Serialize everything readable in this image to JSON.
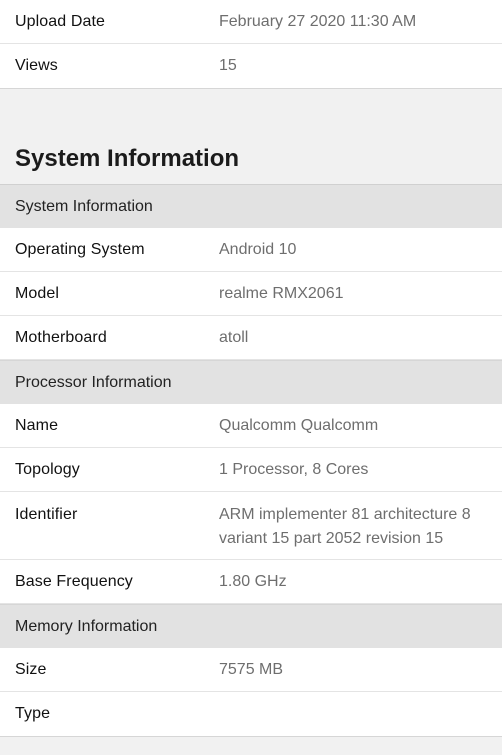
{
  "upload_info": {
    "rows": [
      {
        "label": "Upload Date",
        "value": "February 27 2020 11:30 AM"
      },
      {
        "label": "Views",
        "value": "15"
      }
    ]
  },
  "system_info": {
    "title": "System Information",
    "groups": [
      {
        "header": "System Information",
        "rows": [
          {
            "label": "Operating System",
            "value": "Android 10"
          },
          {
            "label": "Model",
            "value": "realme RMX2061"
          },
          {
            "label": "Motherboard",
            "value": "atoll"
          }
        ]
      },
      {
        "header": "Processor Information",
        "rows": [
          {
            "label": "Name",
            "value": "Qualcomm Qualcomm"
          },
          {
            "label": "Topology",
            "value": "1 Processor, 8 Cores"
          },
          {
            "label": "Identifier",
            "value": "ARM implementer 81 architecture 8 variant 15 part 2052 revision 15"
          },
          {
            "label": "Base Frequency",
            "value": "1.80 GHz"
          }
        ]
      },
      {
        "header": "Memory Information",
        "rows": [
          {
            "label": "Size",
            "value": "7575 MB"
          },
          {
            "label": "Type",
            "value": ""
          }
        ]
      }
    ]
  }
}
